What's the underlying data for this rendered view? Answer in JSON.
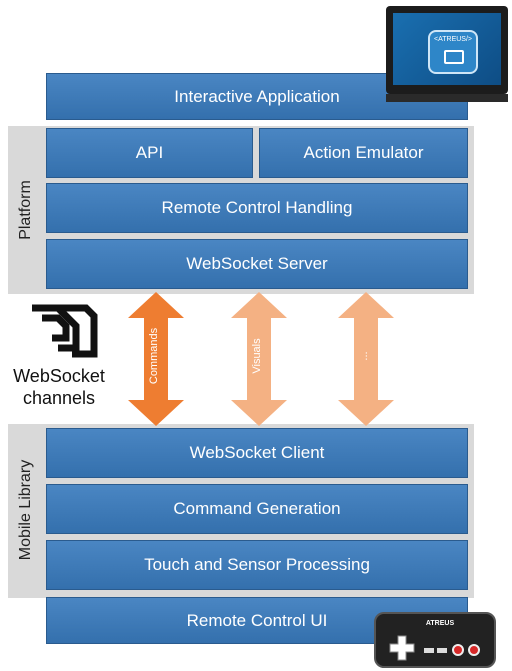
{
  "boxes": {
    "interactive_application": "Interactive Application",
    "api": "API",
    "action_emulator": "Action Emulator",
    "remote_control_handling": "Remote Control Handling",
    "websocket_server": "WebSocket Server",
    "websocket_client": "WebSocket Client",
    "command_generation": "Command Generation",
    "touch_sensor_processing": "Touch and Sensor Processing",
    "remote_control_ui": "Remote Control UI"
  },
  "groups": {
    "platform": "Platform",
    "mobile_library": "Mobile Library"
  },
  "channels": {
    "caption_line1": "WebSocket",
    "caption_line2": "channels",
    "arrows": [
      "Commands",
      "Visuals",
      "..."
    ]
  },
  "devices": {
    "tv_logo": "<ATREUS/>",
    "phone_brand": "ATREUS"
  },
  "colors": {
    "box_blue": "#3f7dbd",
    "group_gray": "#d9d9d9",
    "arrow_primary": "#ee7d31",
    "arrow_secondary": "#f4b183"
  }
}
